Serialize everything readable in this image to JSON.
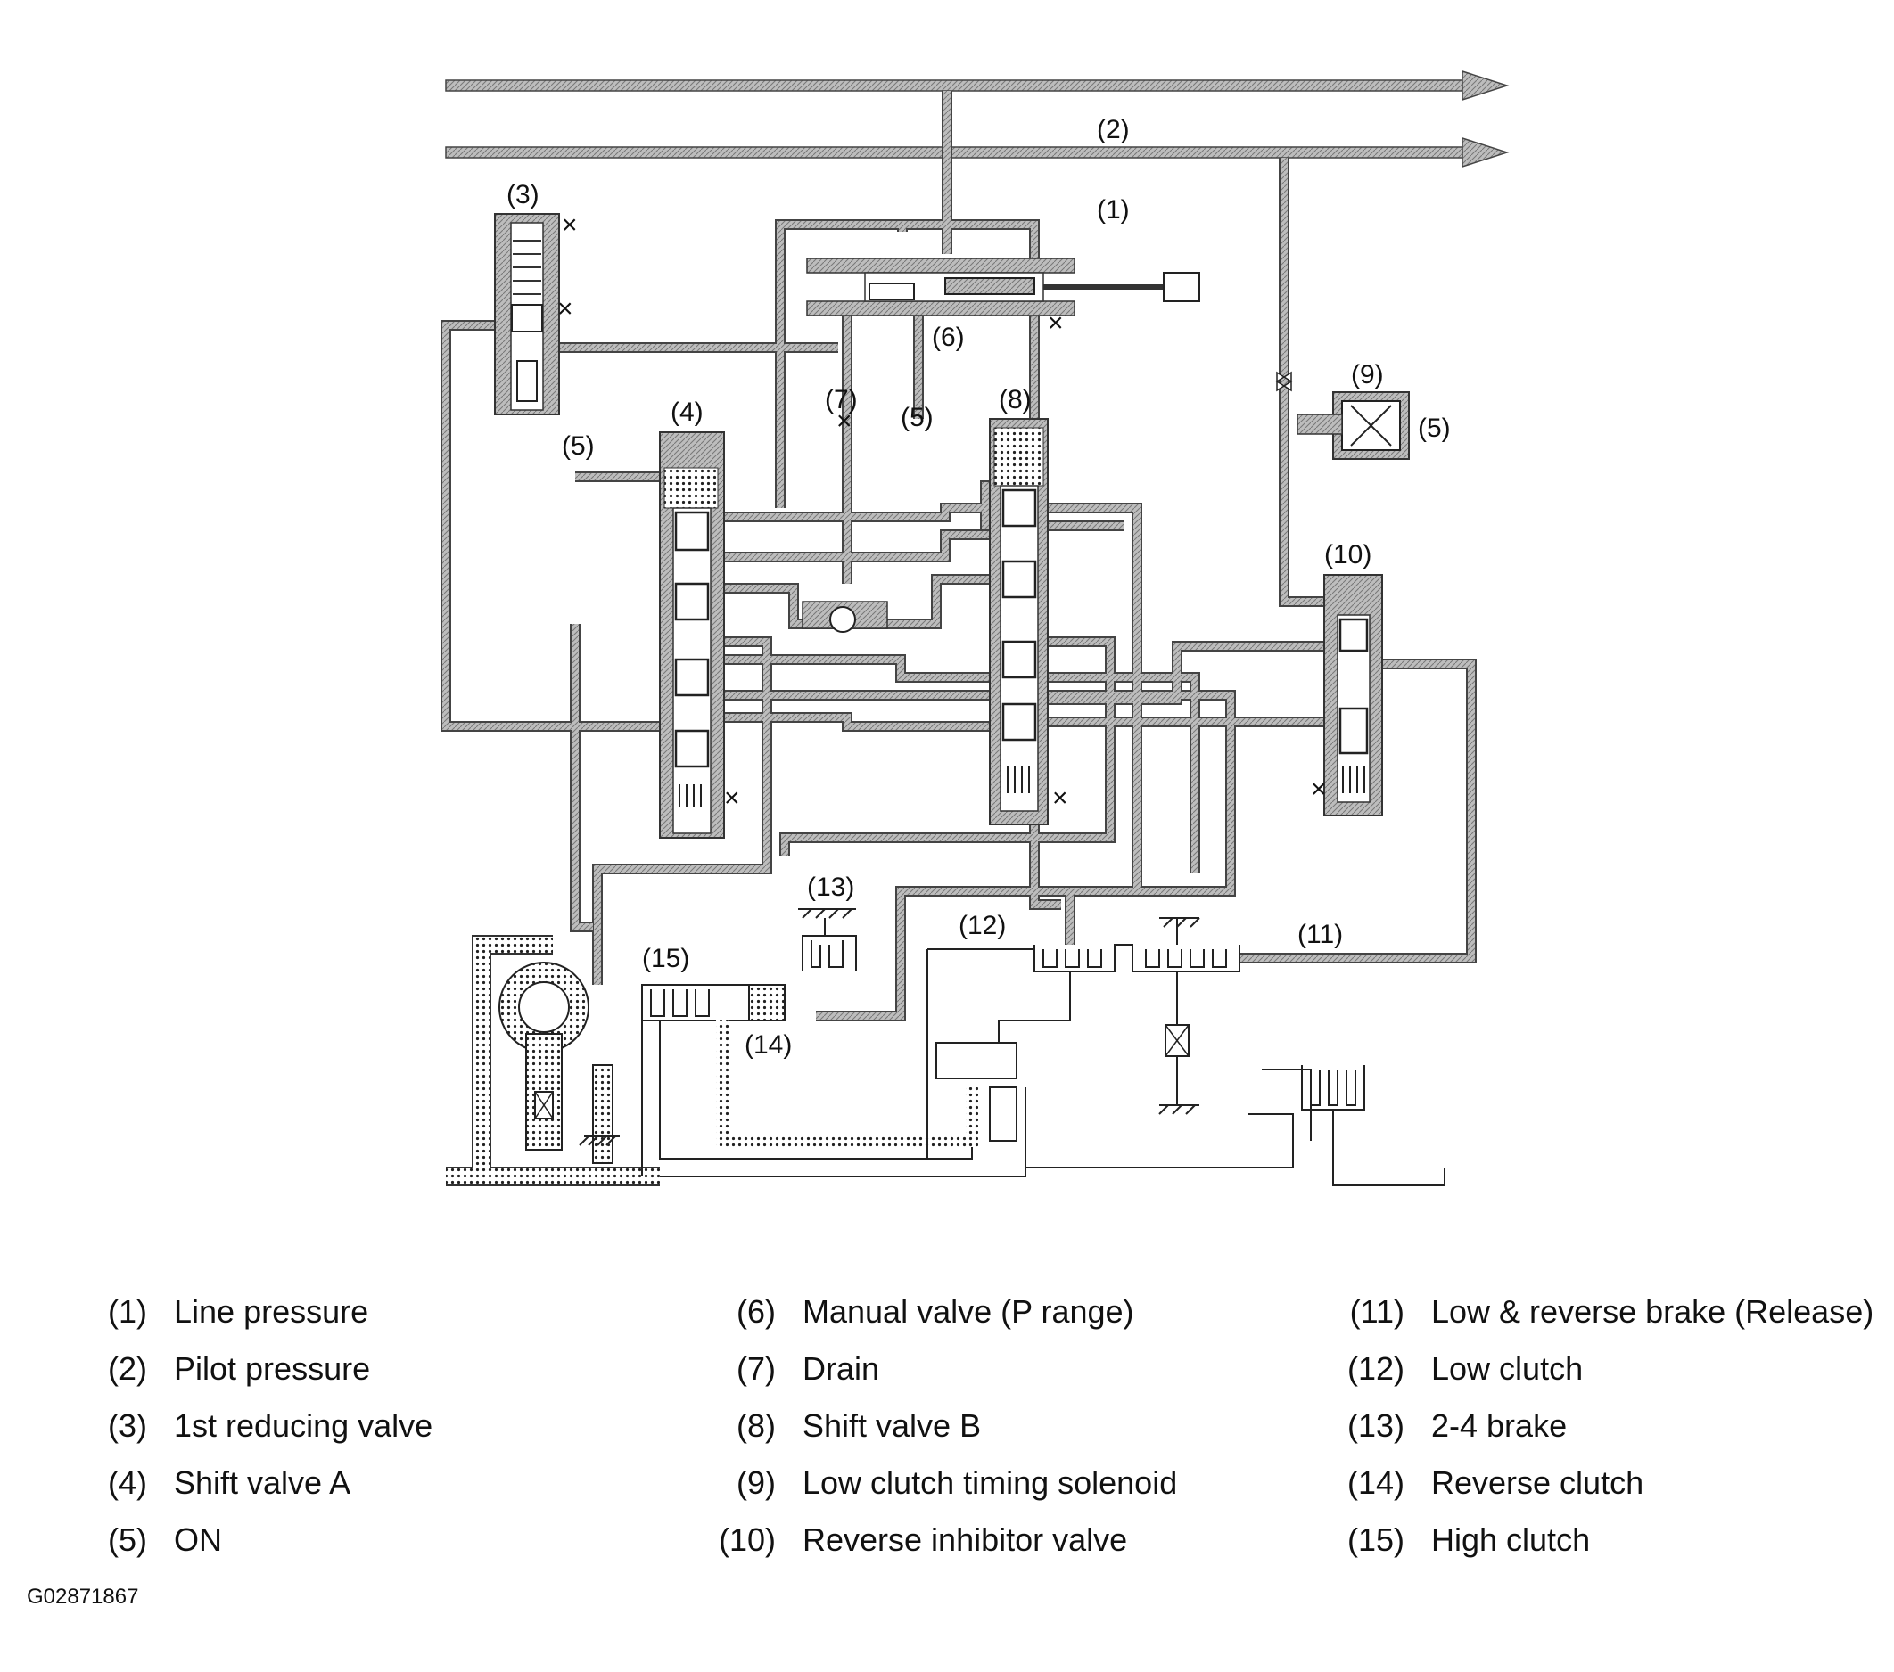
{
  "callouts": {
    "line_pressure": "(1)",
    "pilot_pressure": "(2)",
    "first_reducing_valve": "(3)",
    "shift_valve_a": "(4)",
    "on_left": "(5)",
    "on_middle": "(5)",
    "on_right": "(5)",
    "manual_valve": "(6)",
    "drain": "(7)",
    "shift_valve_b": "(8)",
    "timing_solenoid": "(9)",
    "reverse_inhibitor": "(10)",
    "low_reverse_brake": "(11)",
    "low_clutch": "(12)",
    "brake_2_4": "(13)",
    "reverse_clutch": "(14)",
    "high_clutch": "(15)"
  },
  "legend": {
    "col1": [
      {
        "num": "(1)",
        "text": "Line pressure"
      },
      {
        "num": "(2)",
        "text": "Pilot pressure"
      },
      {
        "num": "(3)",
        "text": "1st reducing valve"
      },
      {
        "num": "(4)",
        "text": "Shift valve A"
      },
      {
        "num": "(5)",
        "text": "ON"
      }
    ],
    "col2": [
      {
        "num": "(6)",
        "text": "Manual valve (P range)"
      },
      {
        "num": "(7)",
        "text": "Drain"
      },
      {
        "num": "(8)",
        "text": "Shift valve B"
      },
      {
        "num": "(9)",
        "text": "Low clutch timing solenoid"
      },
      {
        "num": "(10)",
        "text": "Reverse inhibitor valve"
      }
    ],
    "col3": [
      {
        "num": "(11)",
        "text": "Low & reverse brake (Release)"
      },
      {
        "num": "(12)",
        "text": "Low clutch"
      },
      {
        "num": "(13)",
        "text": "2-4 brake"
      },
      {
        "num": "(14)",
        "text": "Reverse clutch"
      },
      {
        "num": "(15)",
        "text": "High clutch"
      }
    ]
  },
  "figure_code": "G02871867"
}
